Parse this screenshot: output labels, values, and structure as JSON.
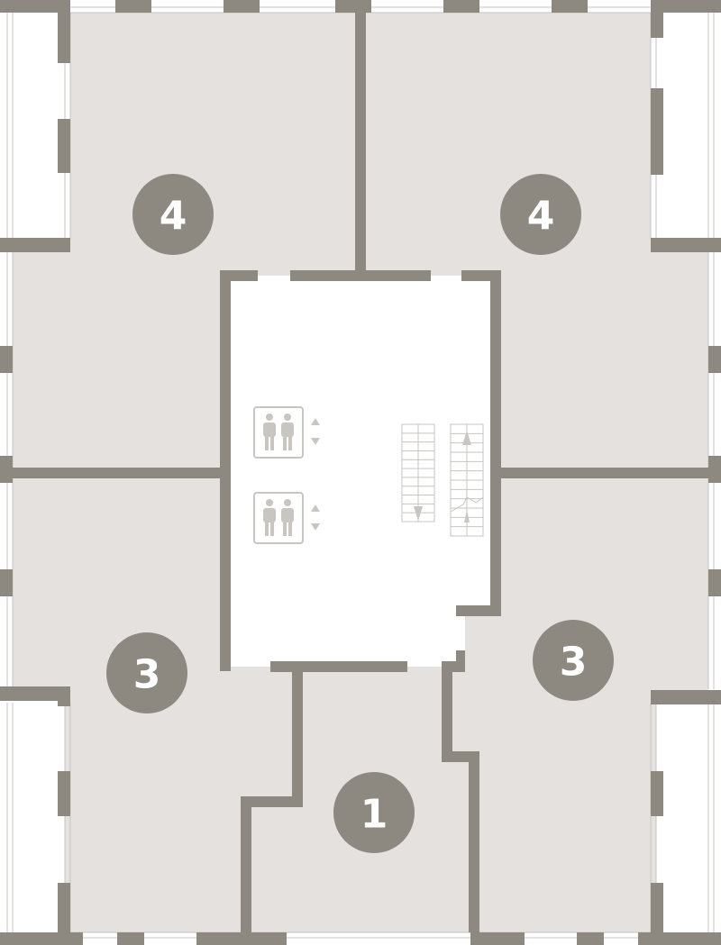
{
  "colors": {
    "wall": "#8d8880",
    "apartment_fill": "#e4e1de",
    "core_fill": "#ffffff",
    "badge": "#8d8880",
    "badge_text": "#ffffff",
    "icon": "#c9c5c0",
    "window_line": "#c9c5c0"
  },
  "apartments": [
    {
      "id": "top-left",
      "rooms": "4"
    },
    {
      "id": "top-right",
      "rooms": "4"
    },
    {
      "id": "bottom-left",
      "rooms": "3"
    },
    {
      "id": "bottom-right",
      "rooms": "3"
    },
    {
      "id": "bottom-center",
      "rooms": "1"
    }
  ],
  "core": {
    "elevators": [
      {
        "icon": "elevator-icon",
        "direction_icons": [
          "arrow-up-icon",
          "arrow-down-icon"
        ]
      },
      {
        "icon": "elevator-icon",
        "direction_icons": [
          "arrow-up-icon",
          "arrow-down-icon"
        ]
      }
    ],
    "stairs": {
      "icon": "stairs-icon"
    }
  }
}
